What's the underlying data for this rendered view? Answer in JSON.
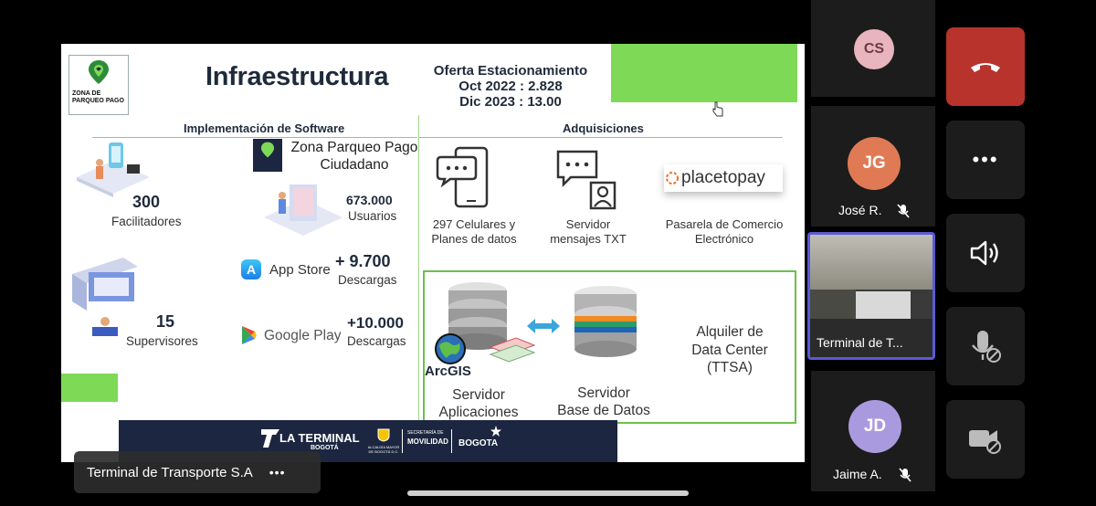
{
  "slide": {
    "logo_text": "ZONA DE PARQUEO PAGO",
    "title": "Infraestructura",
    "offer": {
      "line1": "Oferta Estacionamiento",
      "line2": "Oct 2022 : 2.828",
      "line3": "Dic 2023   : 13.00"
    },
    "software": {
      "heading": "Implementación de Software",
      "facilitadores_num": "300",
      "facilitadores_lbl": "Facilitadores",
      "zpp_line1": "Zona Parqueo Pago",
      "zpp_line2": "Ciudadano",
      "usuarios_num": "673.000",
      "usuarios_lbl": "Usuarios",
      "supervisores_num": "15",
      "supervisores_lbl": "Supervisores",
      "appstore_label": "App Store",
      "appstore_num": "+ 9.700",
      "appstore_lbl": "Descargas",
      "googleplay_label": "Google Play",
      "googleplay_num": "+10.000",
      "googleplay_lbl": "Descargas"
    },
    "acquisitions": {
      "heading": "Adquisiciones",
      "phones_line1": "297 Celulares y",
      "phones_line2": "Planes de datos",
      "sms_line1": "Servidor",
      "sms_line2": "mensajes TXT",
      "placetopay": "placetopay",
      "gateway_line1": "Pasarela de Comercio",
      "gateway_line2": "Electrónico",
      "arcgis": "ArcGIS",
      "app_server_line1": "Servidor",
      "app_server_line2": "Aplicaciones",
      "db_server_line1": "Servidor",
      "db_server_line2": "Base de Datos",
      "dc_line1": "Alquiler de",
      "dc_line2": "Data Center",
      "dc_line3": "(TTSA)"
    },
    "banner": {
      "terminal": "LA TERMINAL",
      "terminal_sub": "BOGOTÁ",
      "alcaldia": "ALCALDÍA MAYOR DE BOGOTÁ D.C.",
      "secretaria": "SECRETARÍA DE",
      "movilidad": "MOVILIDAD",
      "bogota": "BOGOTA"
    }
  },
  "presenter_bar": {
    "name": "Terminal de Transporte S.A",
    "more": "•••"
  },
  "participants": [
    {
      "initials": "CS",
      "name": "",
      "color": "#e8b4bd",
      "text_color": "#6b3a44"
    },
    {
      "initials": "JG",
      "name": "José R.",
      "color": "#e07a55",
      "text_color": "#ffffff"
    },
    {
      "initials": "",
      "name": "Terminal de T...",
      "color": "",
      "text_color": ""
    },
    {
      "initials": "JD",
      "name": "Jaime A.",
      "color": "#a99ae0",
      "text_color": "#ffffff"
    }
  ],
  "controls": {
    "end_call": "end-call",
    "more": "•••",
    "speaker": "speaker",
    "mic": "mic-off",
    "camera": "camera-off"
  },
  "colors": {
    "accent_green": "#7ed957",
    "navy": "#1c2640",
    "end_call_red": "#c0392b",
    "active_border": "#5a5ad6"
  }
}
